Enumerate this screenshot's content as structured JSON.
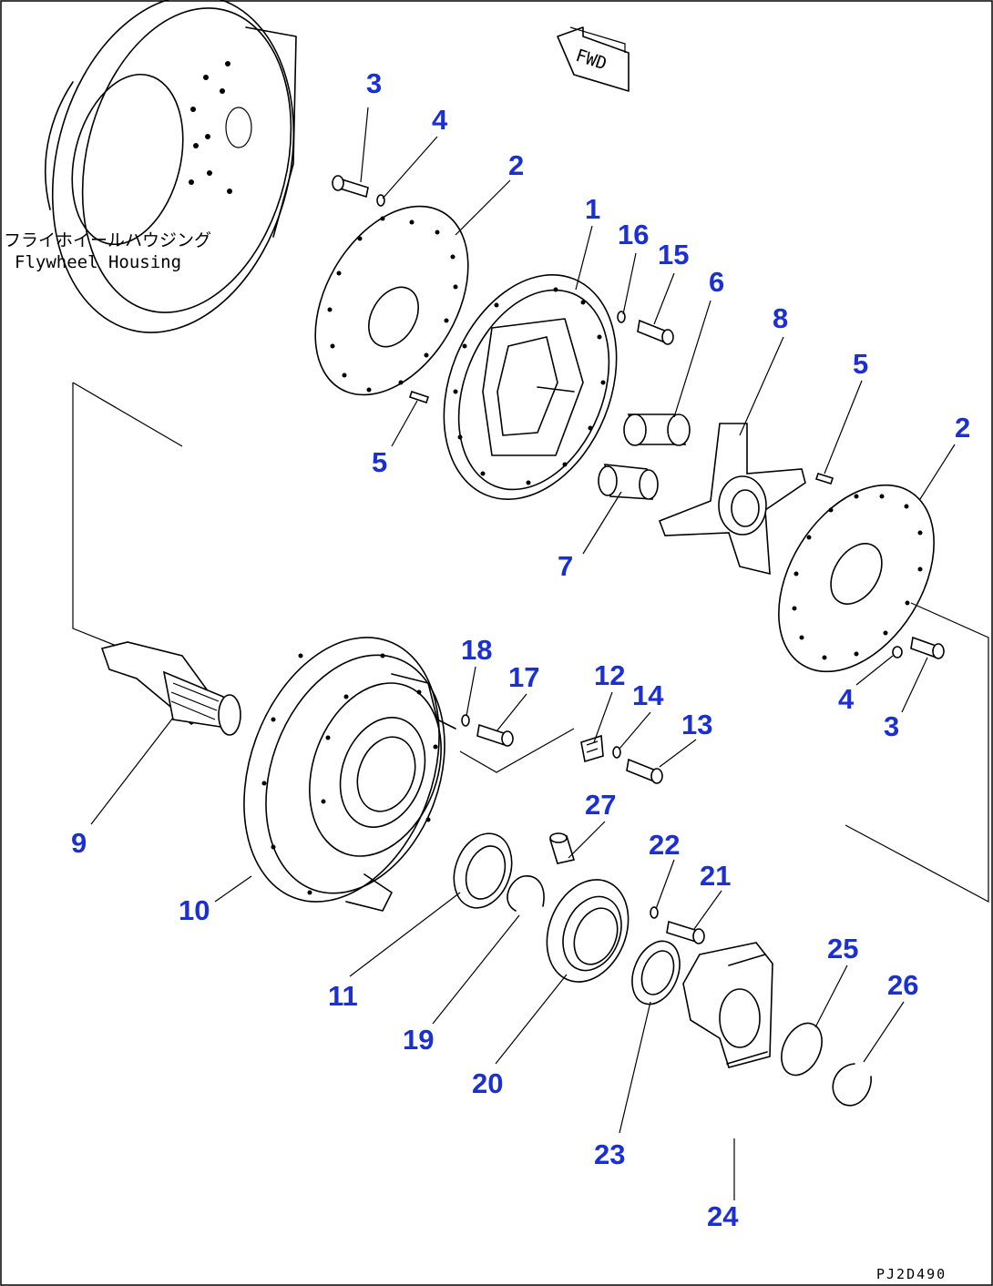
{
  "diagram": {
    "housing_label_jp": "フライホイールハウジング",
    "housing_label_en": "Flywheel Housing",
    "direction_mark": "FWD",
    "drawing_code": "PJ2D490"
  },
  "callouts": [
    {
      "id": "c3a",
      "text": "3"
    },
    {
      "id": "c4a",
      "text": "4"
    },
    {
      "id": "c2a",
      "text": "2"
    },
    {
      "id": "c1",
      "text": "1"
    },
    {
      "id": "c16",
      "text": "16"
    },
    {
      "id": "c15",
      "text": "15"
    },
    {
      "id": "c6",
      "text": "6"
    },
    {
      "id": "c8",
      "text": "8"
    },
    {
      "id": "c5a",
      "text": "5"
    },
    {
      "id": "c5b",
      "text": "5"
    },
    {
      "id": "c2b",
      "text": "2"
    },
    {
      "id": "c7",
      "text": "7"
    },
    {
      "id": "c18",
      "text": "18"
    },
    {
      "id": "c17",
      "text": "17"
    },
    {
      "id": "c12",
      "text": "12"
    },
    {
      "id": "c14",
      "text": "14"
    },
    {
      "id": "c13",
      "text": "13"
    },
    {
      "id": "c4b",
      "text": "4"
    },
    {
      "id": "c3b",
      "text": "3"
    },
    {
      "id": "c9",
      "text": "9"
    },
    {
      "id": "c27",
      "text": "27"
    },
    {
      "id": "c22",
      "text": "22"
    },
    {
      "id": "c21",
      "text": "21"
    },
    {
      "id": "c10",
      "text": "10"
    },
    {
      "id": "c25",
      "text": "25"
    },
    {
      "id": "c26",
      "text": "26"
    },
    {
      "id": "c11",
      "text": "11"
    },
    {
      "id": "c19",
      "text": "19"
    },
    {
      "id": "c20",
      "text": "20"
    },
    {
      "id": "c23",
      "text": "23"
    },
    {
      "id": "c24",
      "text": "24"
    }
  ]
}
